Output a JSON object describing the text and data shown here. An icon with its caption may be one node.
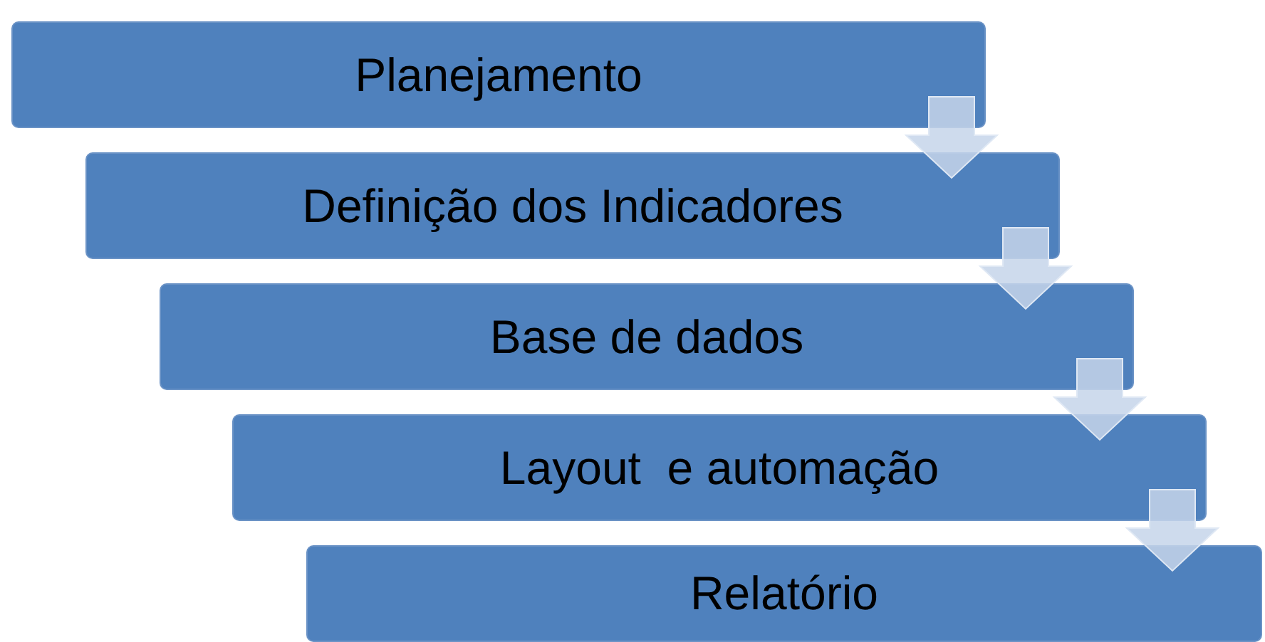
{
  "diagram": {
    "nodes": [
      {
        "text": [
          "Planejamento"
        ]
      },
      {
        "text": [
          "Definição dos Indicadores"
        ]
      },
      {
        "text": [
          "Base de dados"
        ]
      },
      {
        "text": [
          "Layout  e automação"
        ]
      },
      {
        "text": [
          "Relatório"
        ]
      }
    ],
    "edges": [
      {
        "from": 0,
        "to": 1,
        "arrow": "to"
      },
      {
        "from": 1,
        "to": 2,
        "arrow": "to"
      },
      {
        "from": 2,
        "to": 3,
        "arrow": "to"
      },
      {
        "from": 3,
        "to": 4,
        "arrow": "to"
      }
    ]
  }
}
